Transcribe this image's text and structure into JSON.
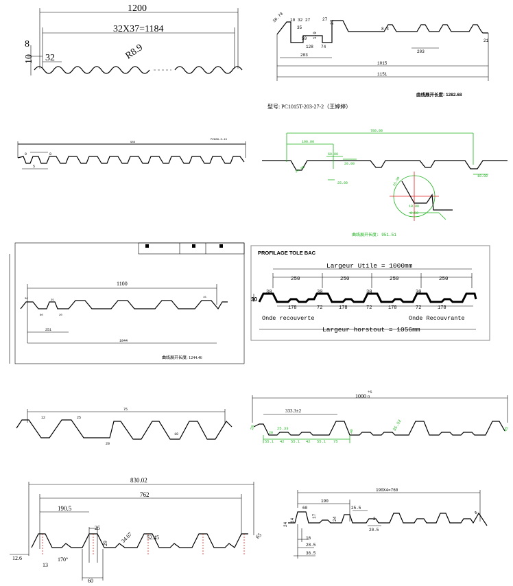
{
  "p1": {
    "total": "1200",
    "pitch": "32X37=1184",
    "h1": "8",
    "h2": "10",
    "w": "32",
    "r": "R8.9"
  },
  "p2": {
    "d1": "36.79",
    "d2": "10",
    "d3": "32",
    "d4": "27",
    "d5": "35",
    "d6": "59",
    "d7": "1.9",
    "d8": "27",
    "d9": "27",
    "d10": "128",
    "d11": "74",
    "d12": "203",
    "d13": "8.3",
    "d14": "203",
    "d15": "21",
    "d16": "1015",
    "d17": "1151",
    "curve": "曲线展开长度: 1282.68",
    "model": "型号: PC1015T-203-27-2（王婷婷）"
  },
  "p3": {
    "top": "986",
    "code": "PZ988-3-15",
    "a": "9",
    "b": "5",
    "c": "8"
  },
  "p4": {
    "d1": "780.00",
    "d2": "190.00",
    "d3": "60.00",
    "d4": "20.00",
    "d5": "25.00",
    "d6": "24.65",
    "d7": "18.00",
    "d8": "15.00",
    "d9": "10.00",
    "d10": "6.50",
    "curve": "曲线展开长度: 951.51"
  },
  "p5": {
    "w": "1100",
    "b": "251",
    "c": "1044",
    "d1": "30",
    "d2": "60",
    "d3": "25",
    "d4": "15",
    "d5": "20",
    "curve": "曲线展开长度: 1244.46"
  },
  "p6": {
    "title": "PROFILAGE TOLE BAC",
    "useful": "Largeur Utile = 1000mm",
    "pitch": [
      "250",
      "250",
      "250",
      "250"
    ],
    "top": [
      "30",
      "30",
      "30",
      "30"
    ],
    "bottom": [
      "178",
      "72",
      "178",
      "72",
      "178",
      "72",
      "178"
    ],
    "height": "30",
    "left_label": "Onde recouverte",
    "right_label": "Onde Recouvrante",
    "overall": "Largeur horstout = 1056mm"
  },
  "p7": {
    "w": "75",
    "a": "12",
    "b": "25",
    "c": "20",
    "d": "10"
  },
  "p8": {
    "total": "1000",
    "tol_up": "+6",
    "tol_dn": "0",
    "pitch": "333.3±2",
    "d1": "20",
    "d2": "25.33",
    "d3": "40",
    "d4": "35.52",
    "d5": "45",
    "d6": "20",
    "bottom": [
      "55.1",
      "42",
      "55.1",
      "42",
      "55.1",
      "75"
    ]
  },
  "p9": {
    "total": "830.02",
    "cover": "762",
    "pitch": "190.5",
    "top": "25",
    "h": "29",
    "d1": "34.67",
    "d2": "52.45",
    "ang": "170°",
    "s": "12.6",
    "b": "13",
    "w": "60",
    "e": "65"
  },
  "p10": {
    "total": "190X4=760",
    "pitch": "190",
    "top": "60",
    "d1": "25.5",
    "d2": "2",
    "d3": "20.5",
    "h1": "24",
    "h2": "14",
    "h3": "17",
    "h4": "24",
    "b1": "16",
    "b2": "28.5",
    "b3": "36.5",
    "e": "8"
  },
  "colors": {
    "line": "#000000",
    "green": "#1db31d",
    "red": "#e02020"
  }
}
